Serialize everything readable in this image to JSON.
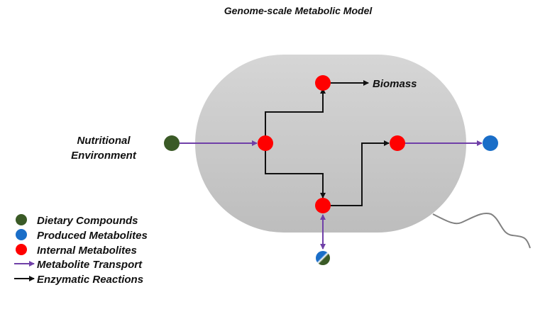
{
  "title": "Genome-scale Metabolic Model",
  "labels": {
    "nutritional_line1": "Nutritional",
    "nutritional_line2": "Environment",
    "biomass": "Biomass"
  },
  "colors": {
    "dietary": "#3a5a26",
    "produced": "#1a6ec8",
    "internal": "#ff0000",
    "transport": "#7040a8",
    "enzymatic": "#111111",
    "cell_top": "#d6d6d6",
    "cell_bottom": "#bdbdbd",
    "flagellum": "#808080"
  },
  "legend": [
    {
      "kind": "dot",
      "key": "dietary",
      "label": "Dietary Compounds"
    },
    {
      "kind": "dot",
      "key": "produced",
      "label": "Produced Metabolites"
    },
    {
      "kind": "dot",
      "key": "internal",
      "label": "Internal Metabolites"
    },
    {
      "kind": "arrow",
      "key": "transport",
      "label": "Metabolite Transport"
    },
    {
      "kind": "arrow",
      "key": "enzymatic",
      "label": "Enzymatic Reactions"
    }
  ]
}
